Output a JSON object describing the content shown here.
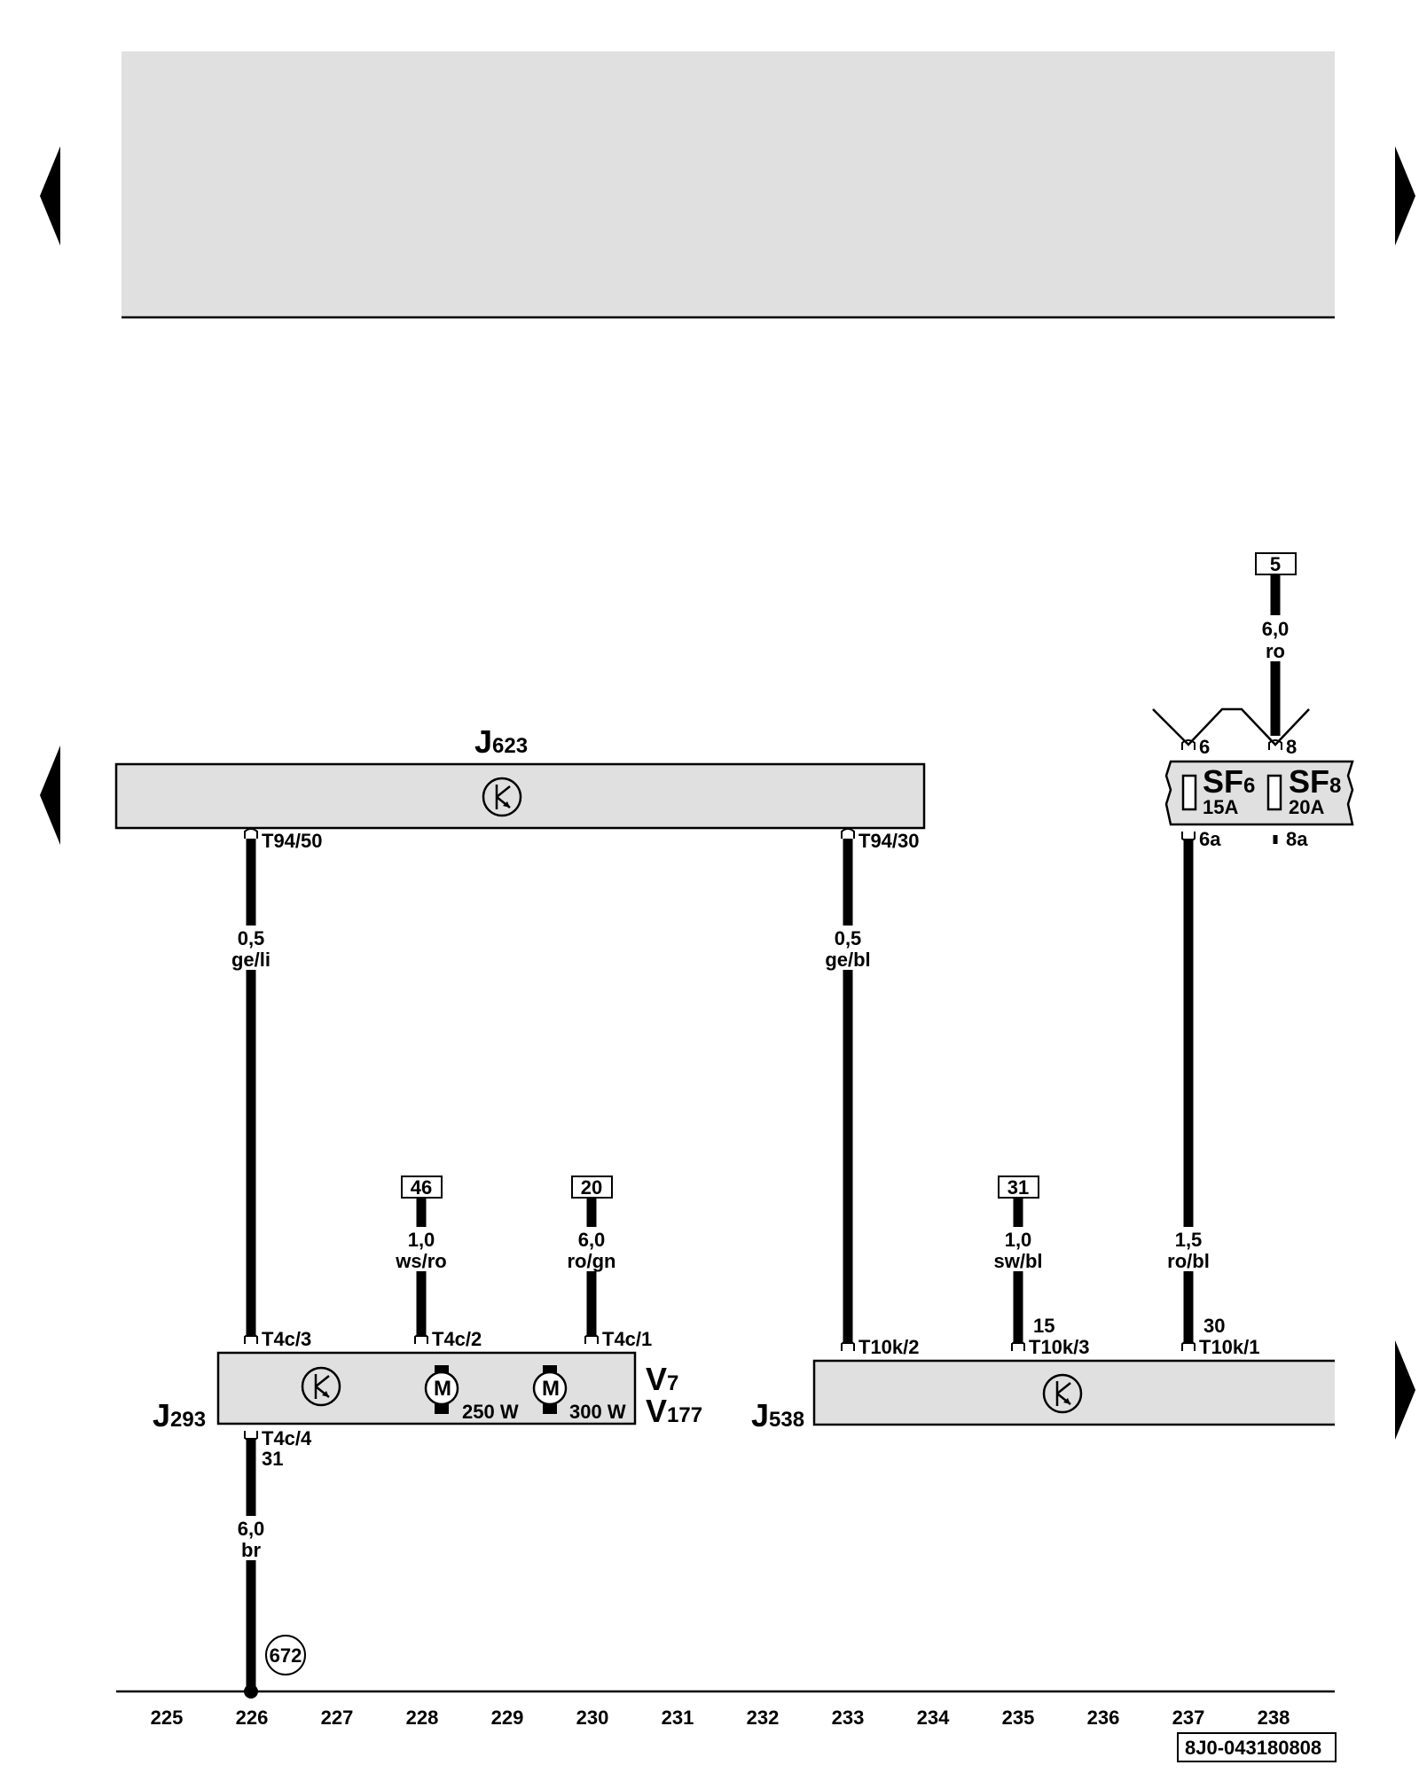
{
  "components": {
    "j623": {
      "letter": "J",
      "sub": "623",
      "pins": {
        "t94_50": "T94/50",
        "t94_30": "T94/30"
      }
    },
    "j293": {
      "letter": "J",
      "sub": "293",
      "pins": {
        "t4c_3": "T4c/3",
        "t4c_2": "T4c/2",
        "t4c_1": "T4c/1",
        "t4c_4": "T4c/4",
        "t4c_4_term": "31"
      }
    },
    "v7": {
      "letter": "V",
      "sub": "7"
    },
    "v177": {
      "letter": "V",
      "sub": "177"
    },
    "motor_250": {
      "symbol": "M",
      "power": "250 W"
    },
    "motor_300": {
      "symbol": "M",
      "power": "300 W"
    },
    "j538": {
      "letter": "J",
      "sub": "538",
      "pins": {
        "t10k_2": "T10k/2",
        "t10k_3": "T10k/3",
        "t10k_3_term": "15",
        "t10k_1": "T10k/1",
        "t10k_1_term": "30"
      }
    },
    "fuse_box": {
      "sf6": {
        "name": "SF",
        "sub": "6",
        "rating": "15A",
        "in_pin": "6",
        "out_pin": "6a"
      },
      "sf8": {
        "name": "SF",
        "sub": "8",
        "rating": "20A",
        "in_pin": "8",
        "out_pin": "8a"
      }
    }
  },
  "wires": {
    "w1": {
      "size": "0,5",
      "color": "ge/li"
    },
    "w2": {
      "size": "0,5",
      "color": "ge/bl"
    },
    "w3": {
      "size": "1,0",
      "color": "ws/ro"
    },
    "w4": {
      "size": "6,0",
      "color": "ro/gn"
    },
    "w5": {
      "size": "1,0",
      "color": "sw/bl"
    },
    "w6": {
      "size": "1,5",
      "color": "ro/bl"
    },
    "w7": {
      "size": "6,0",
      "color": "ro"
    },
    "w8": {
      "size": "6,0",
      "color": "br"
    }
  },
  "refs": {
    "r46": "46",
    "r20": "20",
    "r31": "31",
    "r5": "5"
  },
  "ground": {
    "label": "672"
  },
  "scale": [
    "225",
    "226",
    "227",
    "228",
    "229",
    "230",
    "231",
    "232",
    "233",
    "234",
    "235",
    "236",
    "237",
    "238"
  ],
  "doc_id": "8J0-043180808"
}
